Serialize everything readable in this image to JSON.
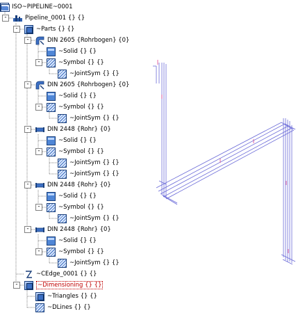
{
  "tree": {
    "items": [
      {
        "label": "ISO~PIPELINE~0001",
        "icon": "root-icon",
        "depth": 0,
        "toggle": ""
      },
      {
        "label": "Pipeline_0001 {} {}",
        "icon": "pipeline-icon",
        "depth": 1,
        "toggle": "-"
      },
      {
        "label": "~Parts {} {}",
        "icon": "part-icon",
        "depth": 2,
        "toggle": "-"
      },
      {
        "label": "DIN 2605 {Rohrbogen} {0}",
        "icon": "bend-icon",
        "depth": 3,
        "toggle": "-"
      },
      {
        "label": "~Solid {} {}",
        "icon": "solid-icon",
        "depth": 4,
        "toggle": ""
      },
      {
        "label": "~Symbol {} {}",
        "icon": "symbol-icon",
        "depth": 4,
        "toggle": "-"
      },
      {
        "label": "~JointSym {} {}",
        "icon": "symbol-icon",
        "depth": 5,
        "toggle": ""
      },
      {
        "label": "DIN 2605 {Rohrbogen} {0}",
        "icon": "bend-icon",
        "depth": 3,
        "toggle": "-"
      },
      {
        "label": "~Solid {} {}",
        "icon": "solid-icon",
        "depth": 4,
        "toggle": ""
      },
      {
        "label": "~Symbol {} {}",
        "icon": "symbol-icon",
        "depth": 4,
        "toggle": "-"
      },
      {
        "label": "~JointSym {} {}",
        "icon": "symbol-icon",
        "depth": 5,
        "toggle": ""
      },
      {
        "label": "DIN 2448 {Rohr} {0}",
        "icon": "tube-icon",
        "depth": 3,
        "toggle": "-"
      },
      {
        "label": "~Solid {} {}",
        "icon": "solid-icon",
        "depth": 4,
        "toggle": ""
      },
      {
        "label": "~Symbol {} {}",
        "icon": "symbol-icon",
        "depth": 4,
        "toggle": "-"
      },
      {
        "label": "~JointSym {} {}",
        "icon": "symbol-icon",
        "depth": 5,
        "toggle": ""
      },
      {
        "label": "~JointSym {} {}",
        "icon": "symbol-icon",
        "depth": 5,
        "toggle": ""
      },
      {
        "label": "DIN 2448 {Rohr} {0}",
        "icon": "tube-icon",
        "depth": 3,
        "toggle": "-"
      },
      {
        "label": "~Solid {} {}",
        "icon": "solid-icon",
        "depth": 4,
        "toggle": ""
      },
      {
        "label": "~Symbol {} {}",
        "icon": "symbol-icon",
        "depth": 4,
        "toggle": "-"
      },
      {
        "label": "~JointSym {} {}",
        "icon": "symbol-icon",
        "depth": 5,
        "toggle": ""
      },
      {
        "label": "DIN 2448 {Rohr} {0}",
        "icon": "tube-icon",
        "depth": 3,
        "toggle": "-"
      },
      {
        "label": "~Solid {} {}",
        "icon": "solid-icon",
        "depth": 4,
        "toggle": ""
      },
      {
        "label": "~Symbol {} {}",
        "icon": "symbol-icon",
        "depth": 4,
        "toggle": "-"
      },
      {
        "label": "~JointSym {} {}",
        "icon": "symbol-icon",
        "depth": 5,
        "toggle": ""
      },
      {
        "label": "~CEdge_0001 {} {}",
        "icon": "edge-icon",
        "depth": 2,
        "toggle": ""
      },
      {
        "label": "~Dimensioning {} {}",
        "icon": "part-icon",
        "depth": 2,
        "toggle": "-",
        "selected": true
      },
      {
        "label": "~Triangles {} {}",
        "icon": "part-icon",
        "depth": 3,
        "toggle": ""
      },
      {
        "label": "~DLines {} {}",
        "icon": "symbol-icon",
        "depth": 3,
        "toggle": ""
      }
    ]
  },
  "colors": {
    "tree_line": "#808080",
    "viewport_line": "#6b6bd8",
    "viewport_marker": "#e0408a",
    "selection": "#c00000"
  }
}
